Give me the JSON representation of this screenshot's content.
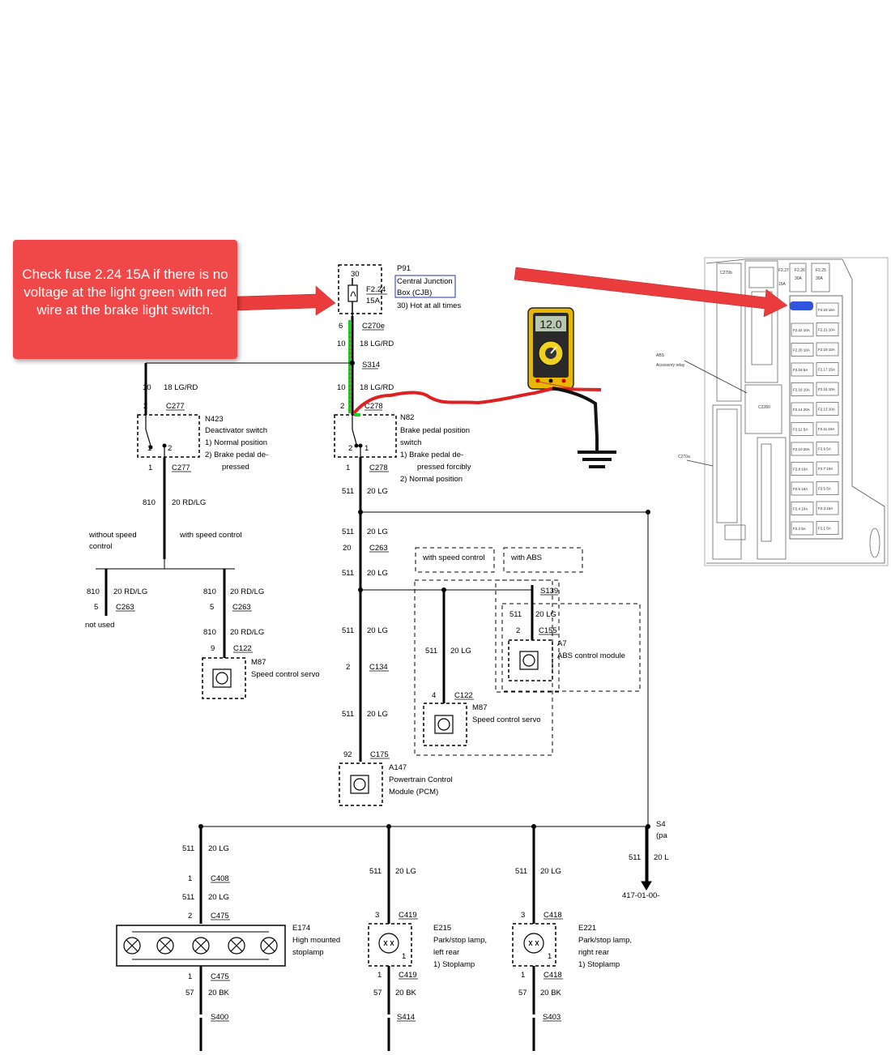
{
  "callout": {
    "text": "Check fuse 2.24 15A if there is no voltage at the light green with red wire at the brake light switch."
  },
  "meter": {
    "reading": "12.0"
  },
  "fuse": {
    "pin": "30",
    "id": "F2.24",
    "rating": "15A"
  },
  "cjb": {
    "id": "P91",
    "name_line1": "Central Junction",
    "name_line2": "Box (CJB)",
    "note": "30)   Hot at all times"
  },
  "wires": {
    "c270e_pin": "6",
    "c270e": "C270e",
    "main_circuit": "10",
    "main_wire": "18 LG/RD",
    "s314": "S314",
    "c278_pin_top": "2",
    "c278_top": "C278",
    "c278_pin_bot": "1",
    "c278_bot": "C278",
    "pcm_circuit": "511",
    "pcm_wire": "20 LG",
    "c263_pin": "20",
    "c263": "C263",
    "c134_pin": "2",
    "c134": "C134",
    "c175_pin": "92",
    "c175": "C175",
    "left_circuit": "10",
    "left_wire": "18 LG/RD",
    "c277_pin_top": "2",
    "c277_top": "C277",
    "c277_pin_bot": "1",
    "c277_bot": "C277",
    "rd_circuit": "810",
    "rd_wire": "20 RD/LG",
    "c263_pin_5": "5",
    "c122_pin_9": "9",
    "c122": "C122",
    "c122_pin_4": "4",
    "s139": "S139",
    "c155_pin": "2",
    "c155": "C155",
    "c408_pin": "1",
    "c408": "C408",
    "c475_pin_top": "2",
    "c475_pin_bot": "1",
    "c475": "C475",
    "c419_pin_top": "3",
    "c419_pin_bot": "1",
    "c419": "C419",
    "c418_pin_top": "3",
    "c418_pin_bot": "1",
    "c418": "C418",
    "ground_circuit": "57",
    "ground_wire": "20 BK",
    "s400": "S400",
    "s414": "S414",
    "s403": "S403",
    "s4_cut": "S4",
    "pa_cut": "(pa",
    "cut_wire": "20 L",
    "ref": "417-01-00-"
  },
  "components": {
    "n423": {
      "id": "N423",
      "name": "Deactivator switch",
      "pos1": "1)    Normal position",
      "pos2a": "2)    Brake pedal de-",
      "pos2b": "pressed"
    },
    "n82": {
      "id": "N82",
      "name_a": "Brake pedal position",
      "name_b": "switch",
      "pos1a": "1)    Brake pedal de-",
      "pos1b": "pressed forcibly",
      "pos2": "2)    Normal position"
    },
    "m87_left": {
      "id": "M87",
      "name": "Speed control servo"
    },
    "m87_mid": {
      "id": "M87",
      "name": "Speed control servo"
    },
    "a7": {
      "id": "A7",
      "name": "ABS control module"
    },
    "a147": {
      "id": "A147",
      "name_a": "Powertrain Control",
      "name_b": "Module (PCM)"
    },
    "e174": {
      "id": "E174",
      "name_a": "High mounted",
      "name_b": "stoplamp"
    },
    "e215": {
      "id": "E215",
      "name_a": "Park/stop lamp,",
      "name_b": "left rear",
      "mode": "1)    Stoplamp"
    },
    "e221": {
      "id": "E221",
      "name_a": "Park/stop lamp,",
      "name_b": "right rear",
      "mode": "1)    Stoplamp"
    }
  },
  "labels": {
    "without_speed_a": "without speed",
    "without_speed_b": "control",
    "with_speed_control": "with speed control",
    "not_used": "not used",
    "with_abs": "with ABS",
    "sw_pin1": "1",
    "sw_pin2": "2"
  },
  "fuse_panel": {
    "top_fuses": [
      "F2.27",
      "15A",
      "F2.26",
      "30A",
      "F2.25",
      "30A"
    ],
    "c270a": "C270a",
    "c270b": "C270b",
    "c2280": "C2280",
    "abs_label": "ABS",
    "accessory_relay": "Accessory relay",
    "left_column": [
      "F2.22 10A",
      "F2.20 10A",
      "F2.18 5A",
      "F2.16 10A",
      "F2.14 20A",
      "F2.12 5A",
      "F2.10 20A",
      "F2.8 10A",
      "F2.6 10A",
      "F2.4 10A",
      "F2.2 5A"
    ],
    "right_column": [
      "F2.23 15A",
      "F2.21 10A",
      "F2.19 10A",
      "F2.17 15A",
      "F2.15 10A",
      "F2.13 10A",
      "F2.11 10A",
      "F2.9 5A",
      "F2.7 10A",
      "F2.5 5A",
      "F2.3 15A",
      "F2.1 5A"
    ]
  },
  "colors": {
    "callout": "#f04848",
    "arrow": "#ea3c3c",
    "probe_wire": "#e02020",
    "highlight_wire": "#22cc22",
    "meter_body": "#e8b800",
    "fuse_marker": "#3355dd"
  }
}
